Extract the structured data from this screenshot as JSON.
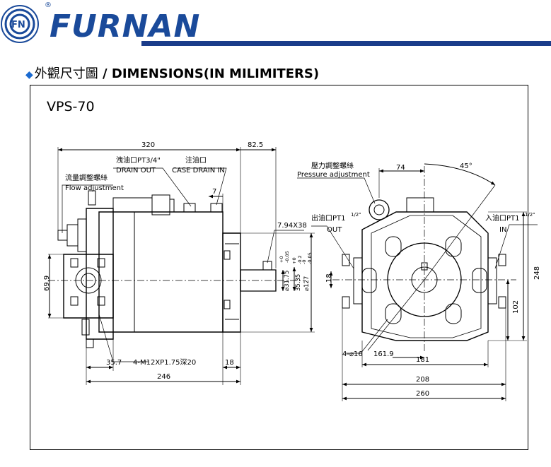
{
  "brand": {
    "logo_letters": "FN",
    "name": "FURNAN",
    "reg_mark": "®",
    "colors": {
      "brand_blue": "#1a4a9a",
      "rule_blue": "#1a3c8a",
      "accent": "#1a6ad0"
    }
  },
  "section": {
    "bullet_icon": "diamond-icon",
    "title_zh": "外觀尺寸圖",
    "separator": " / ",
    "title_en": "DIMENSIONS(IN MILIMITERS)"
  },
  "model": "VPS-70",
  "side_view": {
    "dim_overall": "320",
    "dim_shaft_extension": "82.5",
    "dim_port_offset": "7",
    "dim_height": "69.9",
    "dim_flange_offset": "35.7",
    "dim_body_length": "246",
    "dim_flange_thickness": "18",
    "key": "7.94X38",
    "bolt_note": "4-M12XP1.75深20",
    "drain_out_zh": "洩油口PT3/4\"",
    "drain_out_en": "DRAIN OUT",
    "case_drain_zh": "注油口",
    "case_drain_en": "CASE DRAIN IN",
    "flow_adj_zh": "流量調整螺絲",
    "flow_adj_en": "Flow adjustment",
    "shaft_dia_1": "⌀31.75",
    "shaft_tol_1a": "+0",
    "shaft_tol_1b": "-0.05",
    "shaft_dia_2": "35.35",
    "shaft_tol_2a": "+0",
    "shaft_tol_2b": "-0.2",
    "pilot_dia": "⌀127",
    "pilot_tol_a": "-0",
    "pilot_tol_b": "-0.05"
  },
  "front_view": {
    "pressure_adj_zh": "壓力調整螺絲",
    "pressure_adj_en": "Pressure adjustment",
    "dim_74": "74",
    "dim_angle": "45°",
    "out_zh": "出油口PT1",
    "out_frac": "1/2\"",
    "out_en": "OUT",
    "in_zh": "入油口PT1",
    "in_frac": "1/2\"",
    "in_en": "IN",
    "dim_18": "18",
    "dim_248": "248",
    "dim_102": "102",
    "holes": "4-⌀16",
    "dim_161_9": "161.9",
    "dim_181": "181",
    "dim_208": "208",
    "dim_260": "260"
  }
}
